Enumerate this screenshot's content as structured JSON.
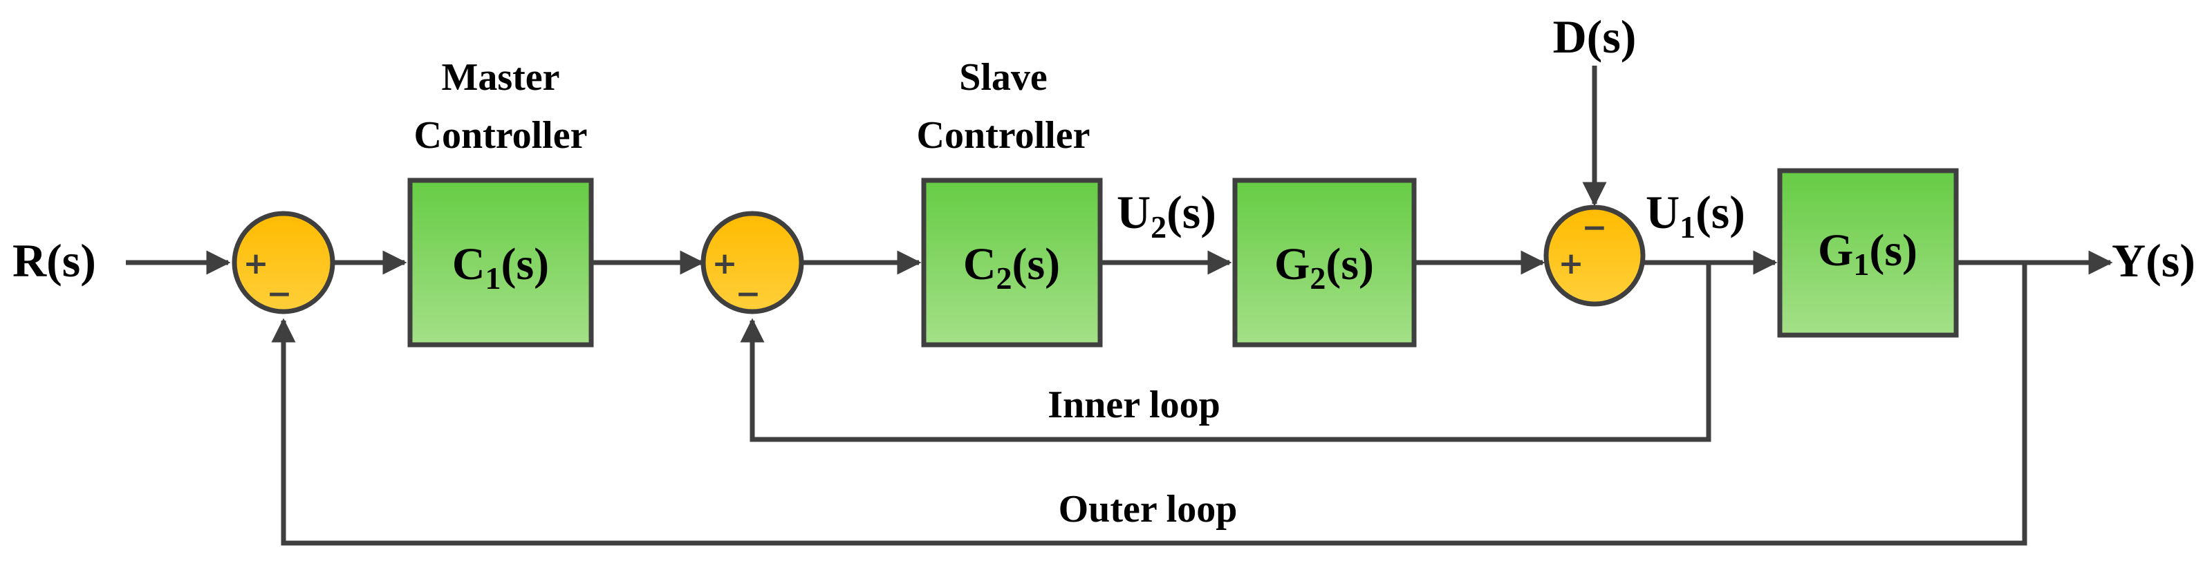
{
  "colors": {
    "line": "#3f3f3f",
    "block_top": "#66cc44",
    "block_bottom": "#a4e088",
    "block_border": "#3f3f3f",
    "junction_top": "#ffbb00",
    "junction_bottom": "#ffcf3a",
    "text": "#000000"
  },
  "signals": {
    "input": "R(s)",
    "output": "Y(s)",
    "disturbance": "D(s)",
    "u1": {
      "main": "U",
      "sub": "1",
      "rest": "(s)"
    },
    "u2": {
      "main": "U",
      "sub": "2",
      "rest": "(s)"
    }
  },
  "controllers": {
    "master_line1": "Master",
    "master_line2": "Controller",
    "slave_line1": "Slave",
    "slave_line2": "Controller"
  },
  "blocks": {
    "c1": {
      "main": "C",
      "sub": "1",
      "rest": "(s)"
    },
    "c2": {
      "main": "C",
      "sub": "2",
      "rest": "(s)"
    },
    "g2": {
      "main": "G",
      "sub": "2",
      "rest": "(s)"
    },
    "g1": {
      "main": "G",
      "sub": "1",
      "rest": "(s)"
    }
  },
  "junctions": {
    "plus": "+",
    "minus": "−"
  },
  "loops": {
    "inner": "Inner loop",
    "outer": "Outer loop"
  }
}
